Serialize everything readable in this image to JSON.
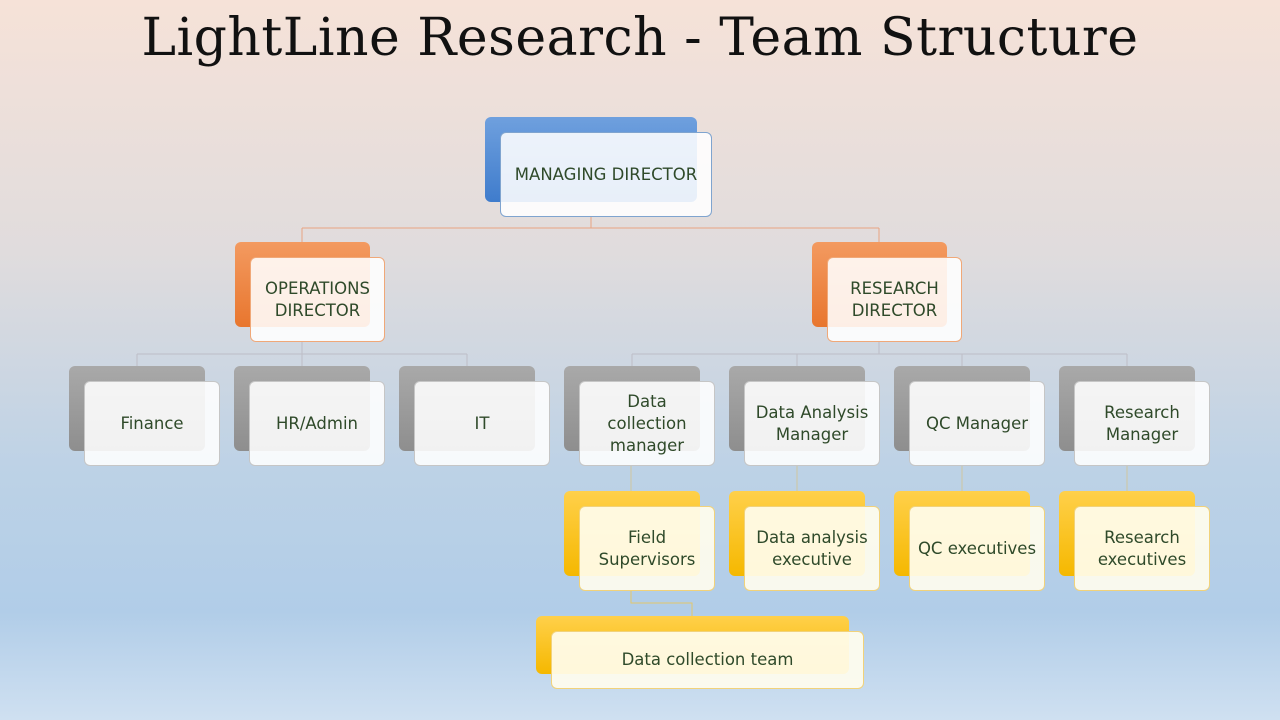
{
  "title": "LightLine Research - Team Structure",
  "colors": {
    "blue": "#4a86d4",
    "orange": "#ee8340",
    "gray": "#9b9b9b",
    "yellow": "#fbc21c",
    "connector_top": "#e8a482",
    "connector_mid": "#b9b9c4",
    "connector_low": "#e9c86a"
  },
  "nodes": {
    "managing_director": "MANAGING DIRECTOR",
    "operations_director": "OPERATIONS DIRECTOR",
    "research_director": "RESEARCH DIRECTOR",
    "finance": "Finance",
    "hr_admin": "HR/Admin",
    "it": "IT",
    "data_collection_manager": "Data collection manager",
    "data_analysis_manager": "Data Analysis Manager",
    "qc_manager": "QC Manager",
    "research_manager": "Research Manager",
    "field_supervisors": "Field Supervisors",
    "data_analysis_executive": "Data analysis executive",
    "qc_executives": "QC executives",
    "research_executives": "Research executives",
    "data_collection_team": "Data collection team"
  }
}
